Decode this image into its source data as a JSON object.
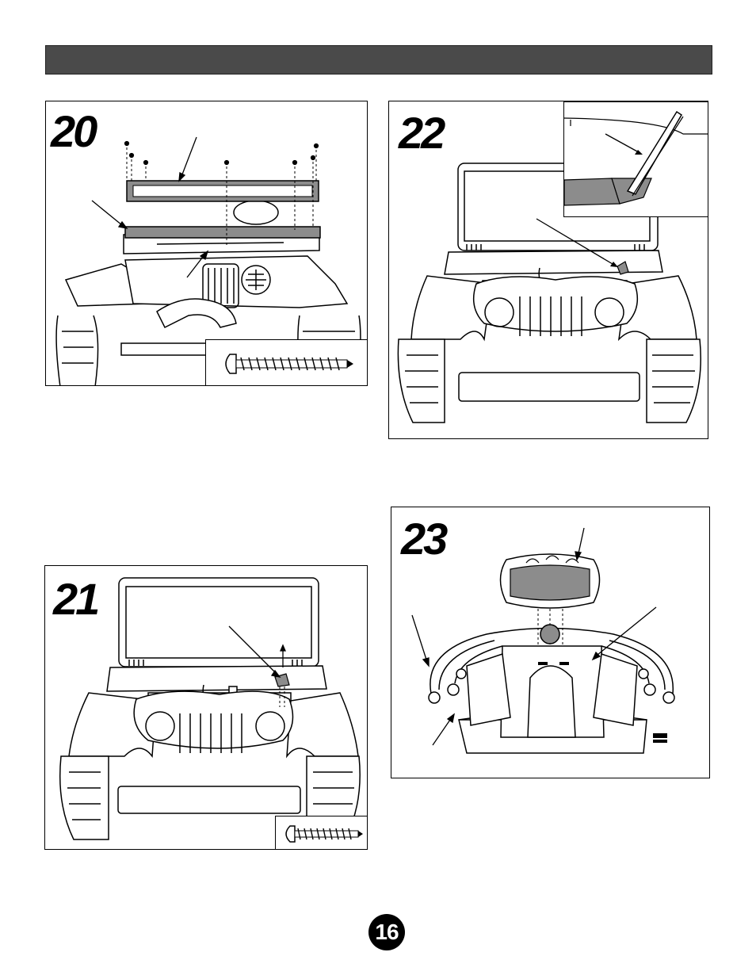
{
  "steps": [
    {
      "number": "20"
    },
    {
      "number": "21"
    },
    {
      "number": "22"
    },
    {
      "number": "23"
    }
  ],
  "page_number": "16",
  "colors": {
    "header_bar": "#4a4a4a",
    "ink": "#000000",
    "part_fill": "#8c8c8c"
  }
}
